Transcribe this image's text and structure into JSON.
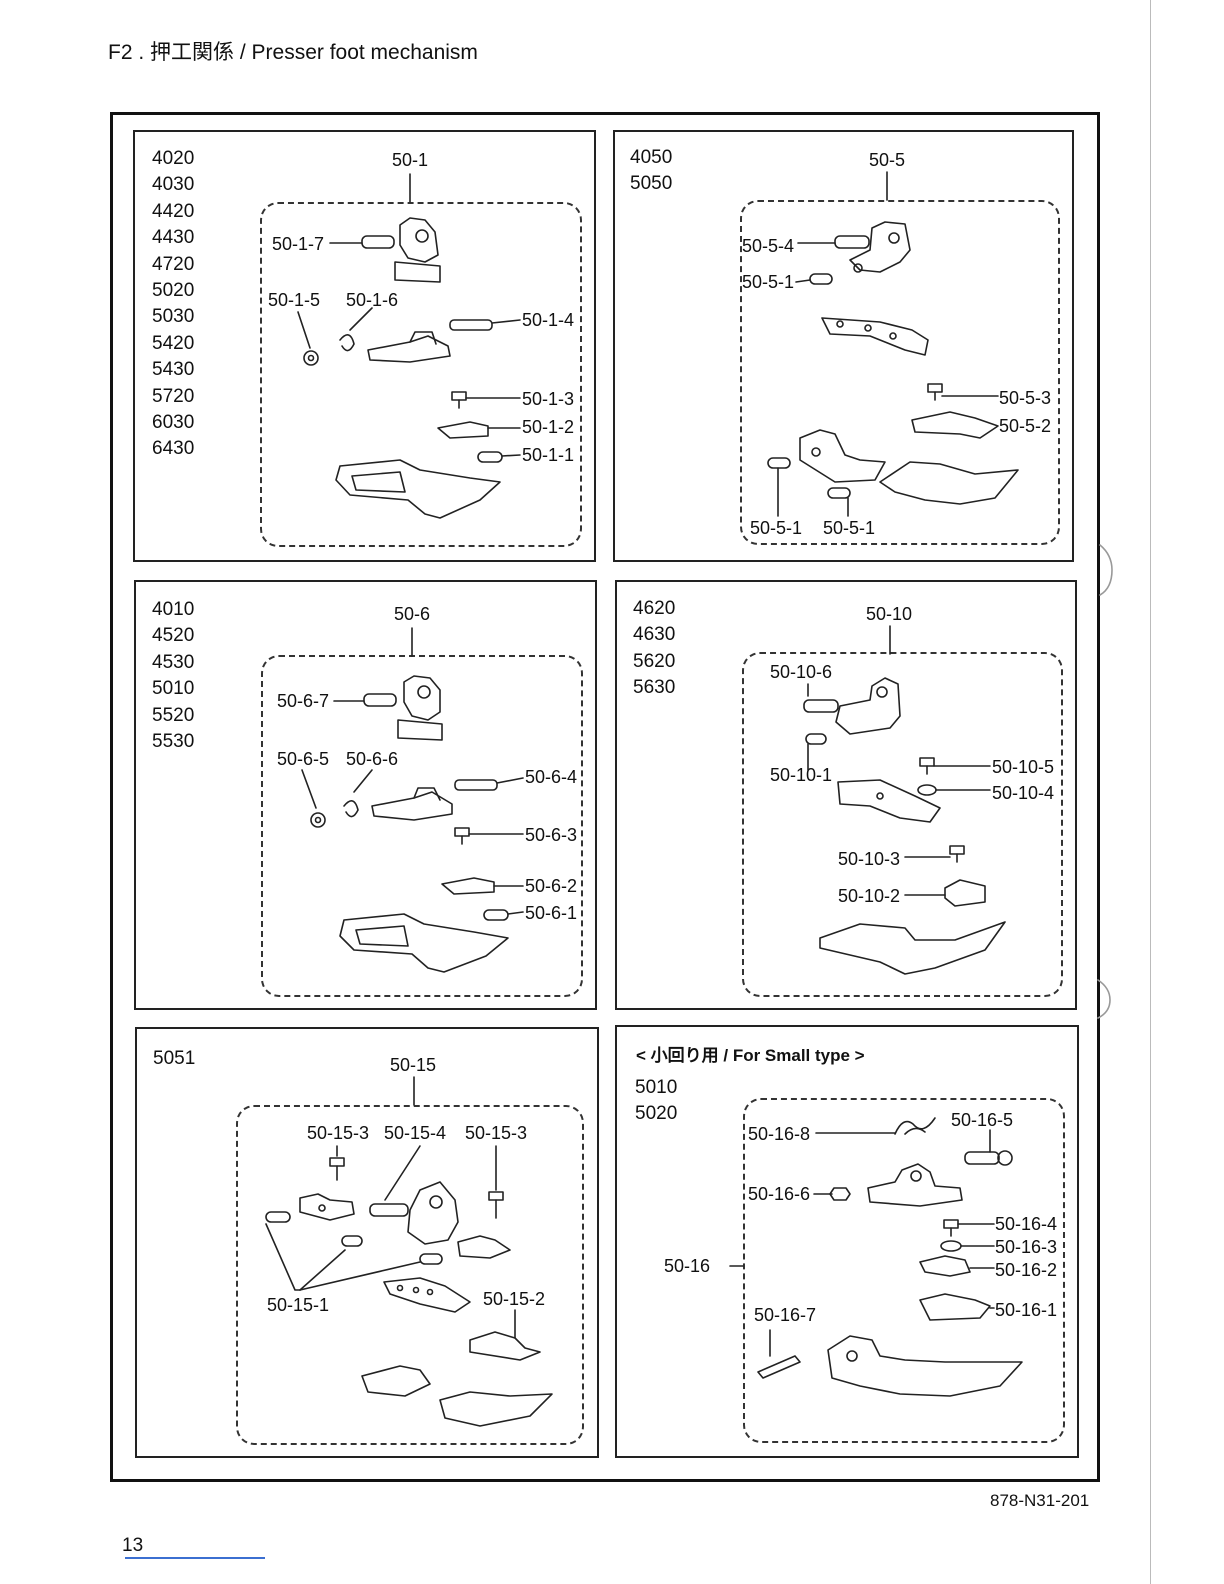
{
  "header": {
    "title": "F2 . 押工関係 / Presser foot mechanism"
  },
  "page_number": "13",
  "doc_code": "878-N31-201",
  "panels": [
    {
      "models": [
        "4020",
        "4030",
        "4420",
        "4430",
        "4720",
        "5020",
        "5030",
        "5420",
        "5430",
        "5720",
        "6030",
        "6430"
      ],
      "assembly": "50-1",
      "parts": [
        "50-1-7",
        "50-1-5",
        "50-1-6",
        "50-1-4",
        "50-1-3",
        "50-1-2",
        "50-1-1"
      ]
    },
    {
      "models": [
        "4050",
        "5050"
      ],
      "assembly": "50-5",
      "parts": [
        "50-5-4",
        "50-5-1",
        "50-5-3",
        "50-5-2",
        "50-5-1",
        "50-5-1"
      ]
    },
    {
      "models": [
        "4010",
        "4520",
        "4530",
        "5010",
        "5520",
        "5530"
      ],
      "assembly": "50-6",
      "parts": [
        "50-6-7",
        "50-6-5",
        "50-6-6",
        "50-6-4",
        "50-6-3",
        "50-6-2",
        "50-6-1"
      ]
    },
    {
      "models": [
        "4620",
        "4630",
        "5620",
        "5630"
      ],
      "assembly": "50-10",
      "parts": [
        "50-10-6",
        "50-10-1",
        "50-10-5",
        "50-10-4",
        "50-10-3",
        "50-10-2"
      ]
    },
    {
      "models": [
        "5051"
      ],
      "assembly": "50-15",
      "parts": [
        "50-15-3",
        "50-15-4",
        "50-15-3",
        "50-15-1",
        "50-15-2"
      ]
    },
    {
      "heading": "< 小回り用 / For Small type >",
      "models": [
        "5010",
        "5020"
      ],
      "assembly": "50-16",
      "parts": [
        "50-16-8",
        "50-16-5",
        "50-16-6",
        "50-16-4",
        "50-16-3",
        "50-16-2",
        "50-16-7",
        "50-16-1"
      ]
    }
  ]
}
